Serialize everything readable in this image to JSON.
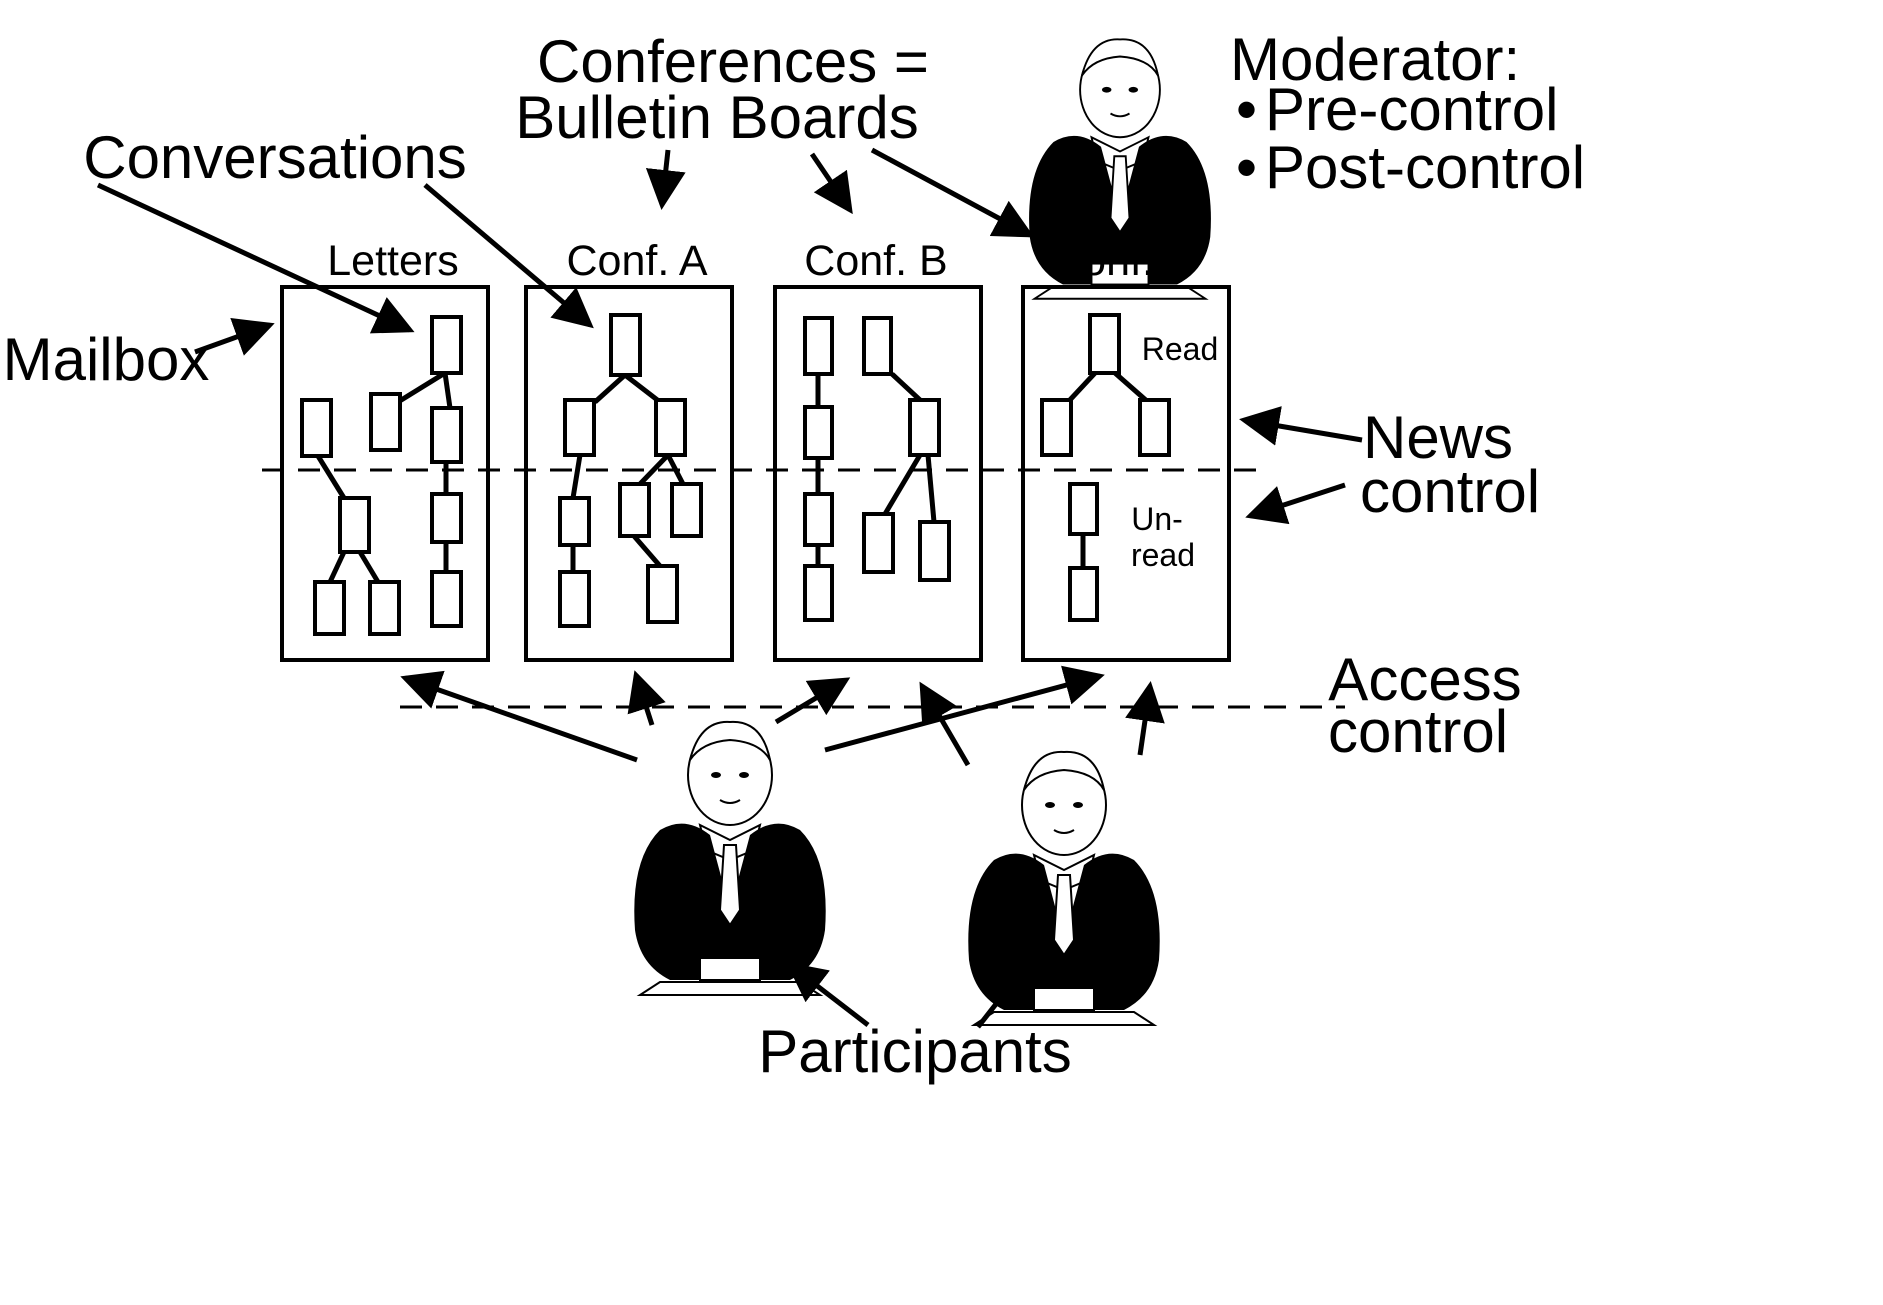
{
  "top_label": {
    "lines": [
      "Conferences =",
      "Bulletin Boards"
    ]
  },
  "conversations_label": "Conversations",
  "mailbox_label": "Mailbox",
  "moderator": {
    "title": "Moderator:",
    "items": [
      "Pre-control",
      "Post-control"
    ]
  },
  "panels": {
    "letters": "Letters",
    "conf_a": "Conf. A",
    "conf_b": "Conf. B",
    "conf_c": "Conf. C"
  },
  "conf_c_regions": {
    "read": "Read",
    "unread_lines": [
      "Un-",
      "read"
    ]
  },
  "news_control": [
    "News",
    "control"
  ],
  "access_control": [
    "Access",
    "control"
  ],
  "participants_label": "Participants"
}
